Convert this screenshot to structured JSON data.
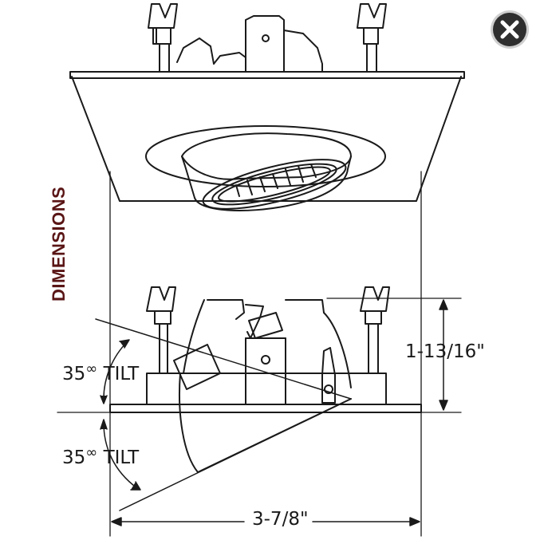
{
  "side_title": "DIMENSIONS",
  "dimensions": {
    "height": "1-13/16\"",
    "width": "3-7/8\""
  },
  "tilt": {
    "up_value": "35",
    "down_value": "35",
    "degree_symbol": "∞",
    "label": "TILT"
  },
  "close_icon": "close-icon",
  "colors": {
    "title": "#5a1515",
    "line": "#1a1a1a",
    "close_button": "#333333"
  }
}
